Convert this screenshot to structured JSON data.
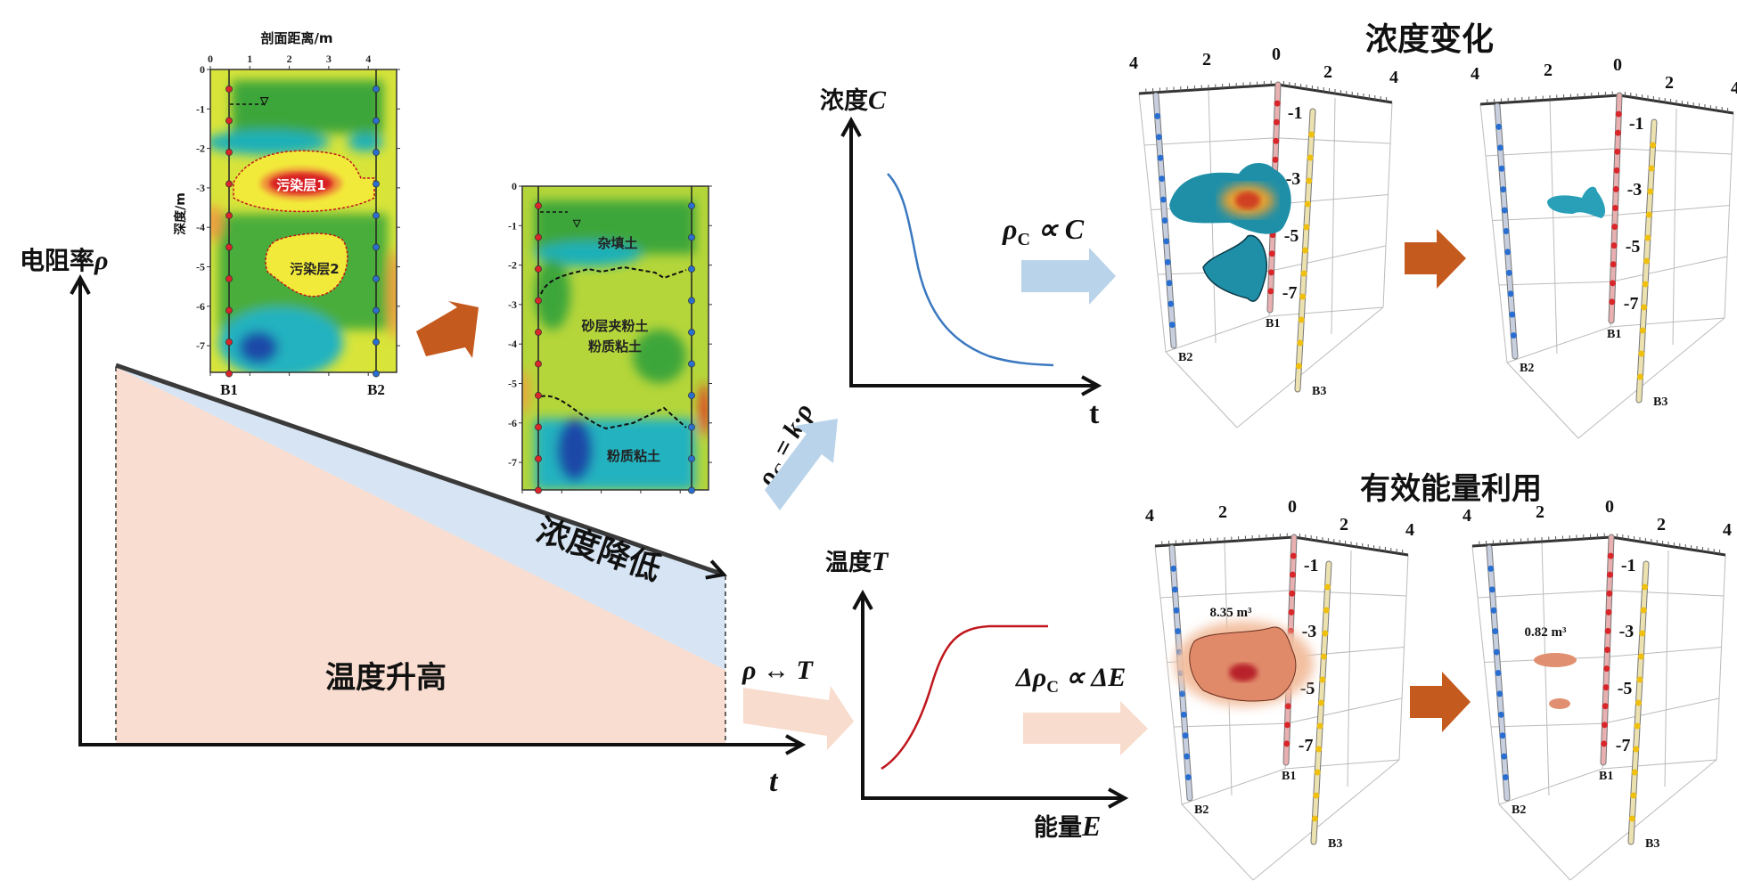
{
  "left_panel": {
    "y_axis_label": "电阻率",
    "y_axis_symbol": "ρ",
    "x_axis_label": "t",
    "concentration_region_label": "浓度降低",
    "temperature_region_label": "温度升高"
  },
  "section_before": {
    "x_axis_title": "剖面距离/m",
    "y_axis_title": "深度/m",
    "x_ticks": [
      "0",
      "1",
      "2",
      "3",
      "4"
    ],
    "y_ticks": [
      "0",
      "-1",
      "-2",
      "-3",
      "-4",
      "-5",
      "-6",
      "-7"
    ],
    "zones": [
      "污染层1",
      "污染层2"
    ],
    "wells": [
      "B1",
      "B2"
    ]
  },
  "section_after": {
    "y_ticks": [
      "0",
      "-1",
      "-2",
      "-3",
      "-4",
      "-5",
      "-6",
      "-7"
    ],
    "layers": [
      "杂填土",
      "砂层夹粉土",
      "粉质粘土",
      "粉质粘土"
    ]
  },
  "formulas": {
    "rho_c_k_rho": {
      "a": "ρ",
      "sub": "C",
      "b": " = k·ρ"
    },
    "rho_c_prop_c": {
      "a": "ρ",
      "sub": "C",
      "b": " ∝ C"
    },
    "rho_t": "ρ ↔ T",
    "delta_rho_prop_delta_e": {
      "a": "Δρ",
      "sub": "C",
      "b": " ∝ ΔE"
    }
  },
  "concentration_chart": {
    "y_label": "浓度",
    "y_symbol": "C",
    "x_label": "t"
  },
  "temperature_chart": {
    "y_label": "温度",
    "y_symbol": "T",
    "x_label": "能量",
    "x_symbol": "E"
  },
  "top_row": {
    "title": "浓度变化"
  },
  "bottom_row": {
    "title": "有效能量利用",
    "volume_before": "8.35 m³",
    "volume_after": "0.82 m³"
  },
  "plot3d": {
    "top_ticks": [
      "4",
      "2",
      "0",
      "2",
      "4"
    ],
    "depth_ticks": [
      "-1",
      "-3",
      "-5",
      "-7"
    ],
    "wells": [
      "B1",
      "B2",
      "B3"
    ]
  },
  "colors": {
    "flow_arrow": "#c55a1e",
    "blue_arrow": "#b9d3ea",
    "pink_arrow": "#f8dccd",
    "blue_region": "#d6e4f3",
    "pink_region": "#f9ddd0",
    "conc_curve": "#3a78c0",
    "temp_curve": "#c0161c"
  }
}
